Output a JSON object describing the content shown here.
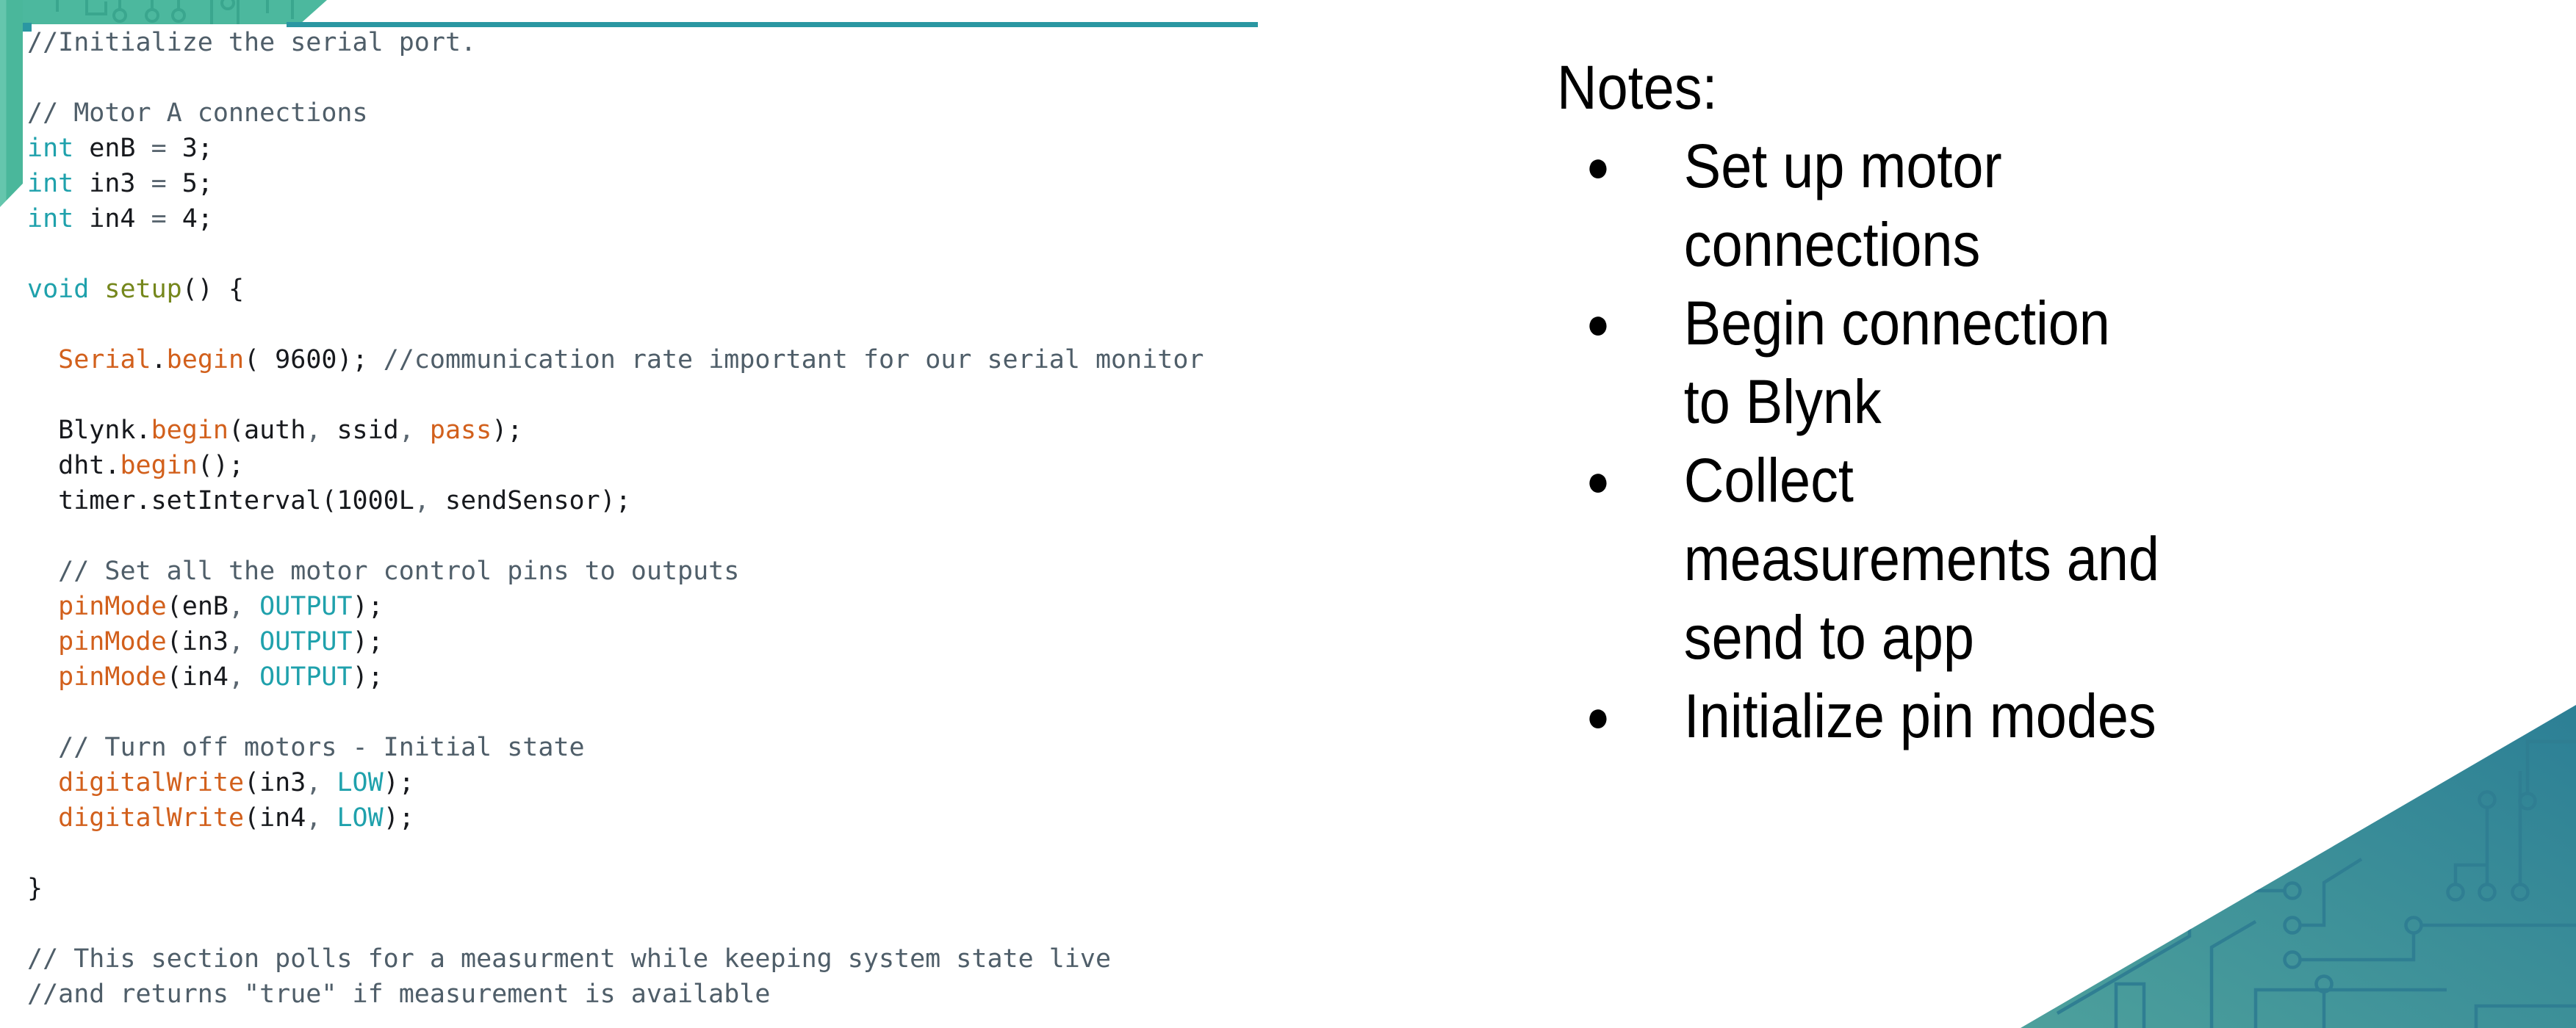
{
  "slide": {
    "background": "#ffffff",
    "accent_teal_line": "#2a97a2",
    "band_green": "#4cb89e",
    "band_trace": "#3aa68e",
    "strip_light_green": "#65c6ad",
    "strip_dark_green": "#4ab79b",
    "triangle_teal_dark": "#2c7f95",
    "triangle_teal_light": "#4da09c",
    "triangle_trace": "#2f7e92"
  },
  "code": {
    "colors": {
      "cm": "#4f5e69",
      "kw": "#1fa1ac",
      "fn": "#d2601c",
      "dc": "#75871c",
      "op": "#5a6670",
      "pl": "#17191d"
    },
    "lines": [
      [
        [
          "cm",
          "//Initialize the serial port."
        ]
      ],
      [],
      [
        [
          "cm",
          "// Motor A connections"
        ]
      ],
      [
        [
          "kw",
          "int"
        ],
        [
          "pl",
          " enB "
        ],
        [
          "op",
          "="
        ],
        [
          "pl",
          " 3;"
        ]
      ],
      [
        [
          "kw",
          "int"
        ],
        [
          "pl",
          " in3 "
        ],
        [
          "op",
          "="
        ],
        [
          "pl",
          " 5;"
        ]
      ],
      [
        [
          "kw",
          "int"
        ],
        [
          "pl",
          " in4 "
        ],
        [
          "op",
          "="
        ],
        [
          "pl",
          " 4;"
        ]
      ],
      [],
      [
        [
          "kw",
          "void"
        ],
        [
          "pl",
          " "
        ],
        [
          "dc",
          "setup"
        ],
        [
          "pl",
          "() {"
        ]
      ],
      [],
      [
        [
          "pl",
          "  "
        ],
        [
          "fn",
          "Serial"
        ],
        [
          "pl",
          "."
        ],
        [
          "fn",
          "begin"
        ],
        [
          "pl",
          "( 9600); "
        ],
        [
          "cm",
          "//communication rate important for our serial monitor"
        ]
      ],
      [],
      [
        [
          "pl",
          "  Blynk."
        ],
        [
          "fn",
          "begin"
        ],
        [
          "pl",
          "(auth"
        ],
        [
          "op",
          ","
        ],
        [
          "pl",
          " ssid"
        ],
        [
          "op",
          ","
        ],
        [
          "pl",
          " "
        ],
        [
          "fn",
          "pass"
        ],
        [
          "pl",
          ");"
        ]
      ],
      [
        [
          "pl",
          "  dht."
        ],
        [
          "fn",
          "begin"
        ],
        [
          "pl",
          "();"
        ]
      ],
      [
        [
          "pl",
          "  timer.setInterval(1000L"
        ],
        [
          "op",
          ","
        ],
        [
          "pl",
          " sendSensor);"
        ]
      ],
      [],
      [
        [
          "pl",
          "  "
        ],
        [
          "cm",
          "// Set all the motor control pins to outputs"
        ]
      ],
      [
        [
          "pl",
          "  "
        ],
        [
          "fn",
          "pinMode"
        ],
        [
          "pl",
          "(enB"
        ],
        [
          "op",
          ","
        ],
        [
          "pl",
          " "
        ],
        [
          "kw",
          "OUTPUT"
        ],
        [
          "pl",
          ");"
        ]
      ],
      [
        [
          "pl",
          "  "
        ],
        [
          "fn",
          "pinMode"
        ],
        [
          "pl",
          "(in3"
        ],
        [
          "op",
          ","
        ],
        [
          "pl",
          " "
        ],
        [
          "kw",
          "OUTPUT"
        ],
        [
          "pl",
          ");"
        ]
      ],
      [
        [
          "pl",
          "  "
        ],
        [
          "fn",
          "pinMode"
        ],
        [
          "pl",
          "(in4"
        ],
        [
          "op",
          ","
        ],
        [
          "pl",
          " "
        ],
        [
          "kw",
          "OUTPUT"
        ],
        [
          "pl",
          ");"
        ]
      ],
      [],
      [
        [
          "pl",
          "  "
        ],
        [
          "cm",
          "// Turn off motors - Initial state"
        ]
      ],
      [
        [
          "pl",
          "  "
        ],
        [
          "fn",
          "digitalWrite"
        ],
        [
          "pl",
          "(in3"
        ],
        [
          "op",
          ","
        ],
        [
          "pl",
          " "
        ],
        [
          "kw",
          "LOW"
        ],
        [
          "pl",
          ");"
        ]
      ],
      [
        [
          "pl",
          "  "
        ],
        [
          "fn",
          "digitalWrite"
        ],
        [
          "pl",
          "(in4"
        ],
        [
          "op",
          ","
        ],
        [
          "pl",
          " "
        ],
        [
          "kw",
          "LOW"
        ],
        [
          "pl",
          ");"
        ]
      ],
      [],
      [
        [
          "pl",
          "}"
        ]
      ],
      [],
      [
        [
          "cm",
          "// This section polls for a measurment while keeping system state live"
        ]
      ],
      [
        [
          "cm",
          "//and returns \"true\" if measurement is available"
        ]
      ]
    ]
  },
  "notes": {
    "heading": "Notes:",
    "bullet_glyph": "●",
    "bullets": [
      "Set up motor connections",
      "Begin connection to Blynk",
      "Collect measurements and send to app",
      "Initialize pin modes"
    ]
  }
}
